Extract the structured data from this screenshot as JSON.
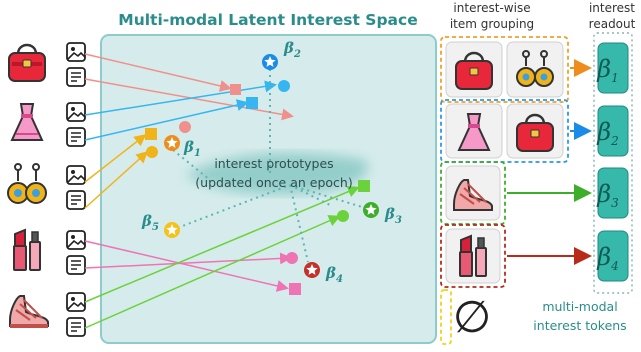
{
  "space_title": "Multi-modal Latent Interest Space",
  "prototype_note": {
    "line1": "interest prototypes",
    "line2": "(updated once an epoch)"
  },
  "grouping_header": {
    "line1": "interest-wise",
    "line2": "item grouping"
  },
  "readout_header": {
    "line1": "interest",
    "line2": "readout"
  },
  "tokens_caption": {
    "line1": "multi-modal",
    "line2": "interest tokens"
  },
  "prototypes": [
    {
      "symbol": "β",
      "index": "2",
      "color": "#1a8be8"
    },
    {
      "symbol": "β",
      "index": "1",
      "color": "#f08c1a"
    },
    {
      "symbol": "β",
      "index": "3",
      "color": "#3cae2a"
    },
    {
      "symbol": "β",
      "index": "4",
      "color": "#c4302a"
    },
    {
      "symbol": "β",
      "index": "5",
      "color": "#f4c21a"
    }
  ],
  "readout_tokens": [
    {
      "symbol": "β",
      "index": "1",
      "arrow_color": "#f08c1a"
    },
    {
      "symbol": "β",
      "index": "2",
      "arrow_color": "#1a8be8"
    },
    {
      "symbol": "β",
      "index": "3",
      "arrow_color": "#3cae2a"
    },
    {
      "symbol": "β",
      "index": "4",
      "arrow_color": "#b82a1a"
    }
  ],
  "items": [
    {
      "name": "handbag",
      "modalities": [
        "image",
        "text"
      ]
    },
    {
      "name": "dress",
      "modalities": [
        "image",
        "text"
      ]
    },
    {
      "name": "earrings",
      "modalities": [
        "image",
        "text"
      ]
    },
    {
      "name": "lipstick",
      "modalities": [
        "image",
        "text"
      ]
    },
    {
      "name": "sandal",
      "modalities": [
        "image",
        "text"
      ]
    }
  ],
  "empty_group_symbol": "∅",
  "colors": {
    "space_fill": "#d6ecec",
    "space_border": "#8ecbcb",
    "title": "#2b8c8c",
    "teal_token": "#36b8aa",
    "orange": "#f08c1a",
    "blue": "#1a8be8",
    "green": "#3cae2a",
    "red": "#b82a1a",
    "pink": "#ee74b4",
    "salmon": "#f0908c",
    "yellow": "#f4c21a"
  }
}
